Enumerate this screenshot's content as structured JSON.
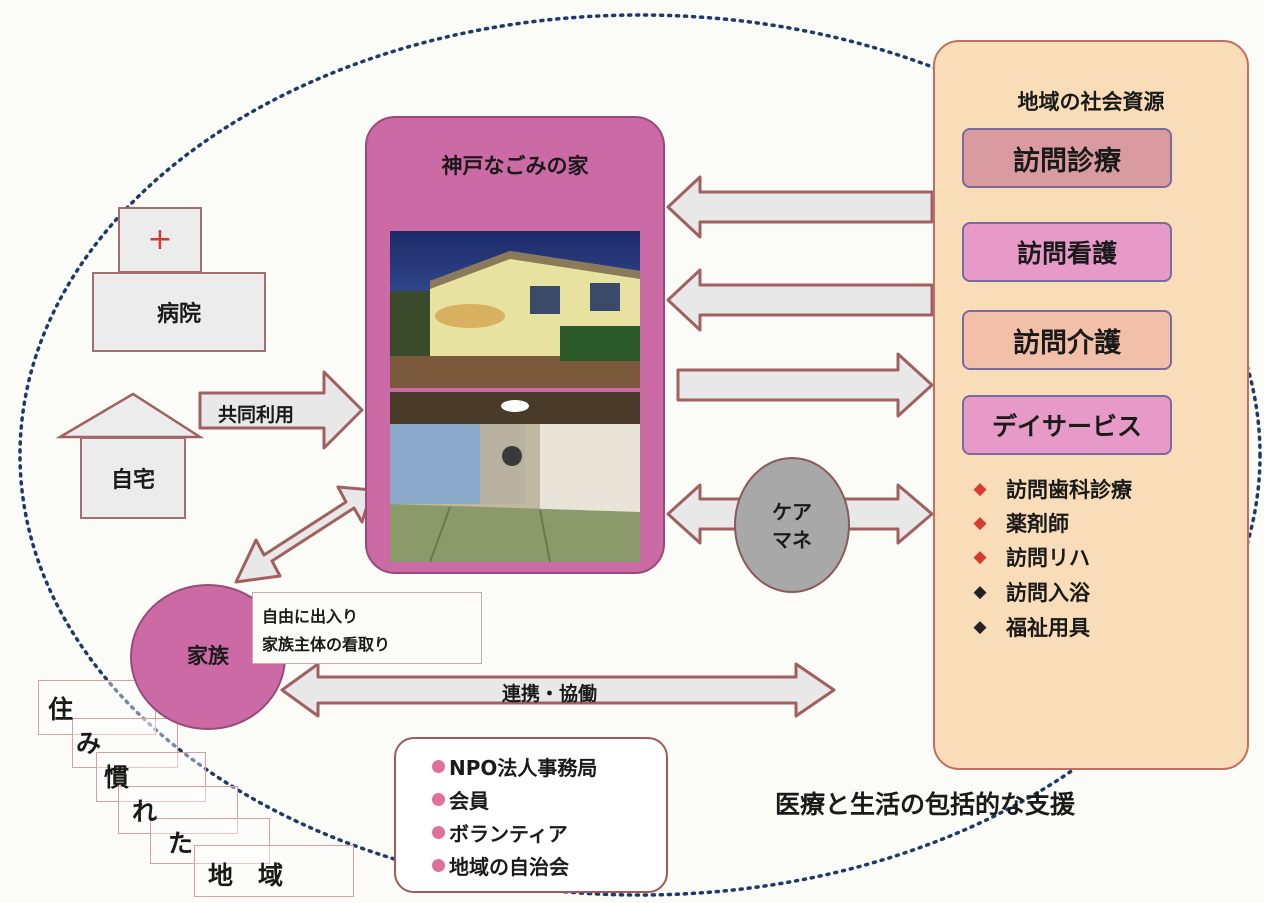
{
  "hospital": {
    "cross": "+",
    "label": "病院"
  },
  "home": {
    "label": "自宅"
  },
  "shared_use_label": "共同利用",
  "center": {
    "title": "神戸なごみの家"
  },
  "resources": {
    "title": "地域の社会資源",
    "services": [
      "訪問診療",
      "訪問看護",
      "訪問介護",
      "デイサービス"
    ],
    "list": [
      {
        "text": "訪問歯科診療",
        "marker": "◆",
        "color": "#d83a2e"
      },
      {
        "text": "薬剤師",
        "marker": "◆",
        "color": "#d83a2e"
      },
      {
        "text": "訪問リハ",
        "marker": "◆",
        "color": "#d83a2e"
      },
      {
        "text": "訪問入浴",
        "marker": "◆",
        "color": "#222222"
      },
      {
        "text": "福祉用具",
        "marker": "◆",
        "color": "#222222"
      }
    ]
  },
  "care_manager": {
    "line1": "ケア",
    "line2": "マネ"
  },
  "family": {
    "label": "家族",
    "note1": "自由に出入り",
    "note2": "家族主体の看取り"
  },
  "cooperation_label": "連携・協働",
  "community": {
    "items": [
      "NPO法人事務局",
      "会員",
      "ボランティア",
      "地域の自治会"
    ]
  },
  "support_label": "医療と生活の包括的な支援",
  "familiar_area": [
    "住",
    "み",
    "慣",
    "れ",
    "た",
    "地",
    "域"
  ],
  "colors": {
    "pink": "#cc6aa6",
    "peach": "#f9dcb8",
    "arrow": "#e8e8e8",
    "border": "#a06060"
  }
}
